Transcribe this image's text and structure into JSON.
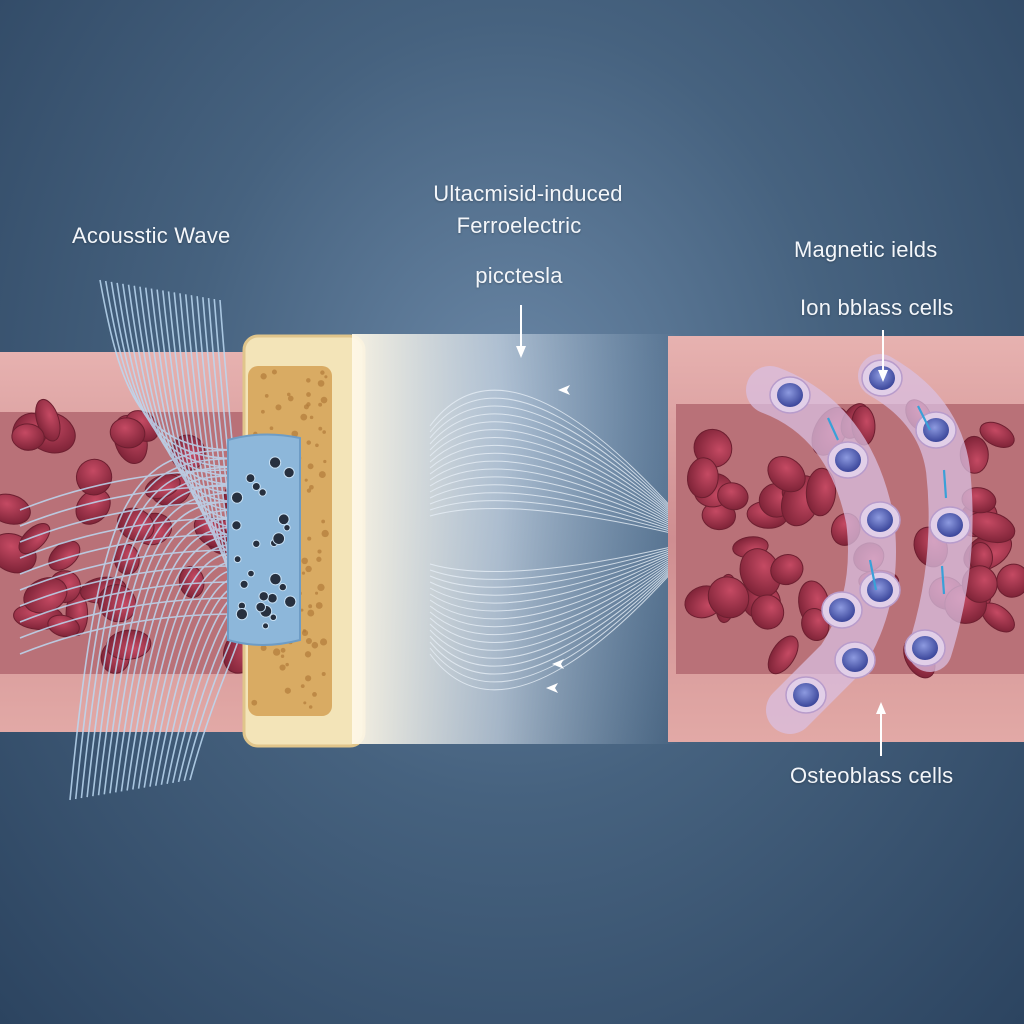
{
  "labels": {
    "acoustic_wave": "Acousstic Wave",
    "ferro_line1": "Ultacmisid-induced",
    "ferro_line2": "Ferroelectric",
    "piezo": "picctesla",
    "magnetic_fields": "Magnetic ields",
    "ion_cells": "Ion bblass cells",
    "osteoblast_cells": "Osteoblass cells"
  },
  "colors": {
    "background": "#46627f",
    "tissue": "#c98b8f",
    "blood_cell": "#9a2f45",
    "bone_cortex": "#f3e4b8",
    "bone_spongy": "#d9ab63",
    "transducer": "#8db7da",
    "field_line": "#e6eef6",
    "cell_membrane": "#cdb0d4",
    "nucleus": "#4a5bb0",
    "ion_arrow": "#3aa0d8"
  }
}
